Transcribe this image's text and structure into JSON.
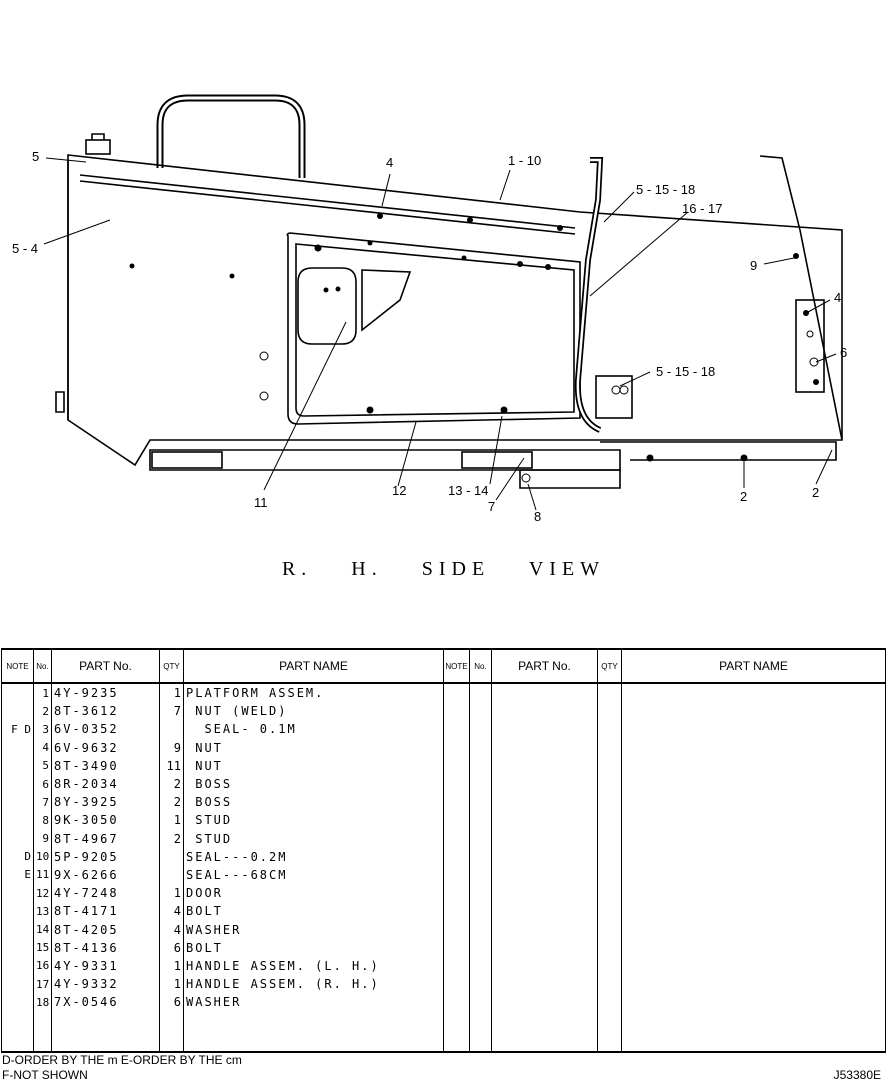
{
  "view_title": "R. H.  SIDE VIEW",
  "callouts": [
    "5",
    "5 - 4",
    "4",
    "1 - 10",
    "5 - 15 - 18",
    "16 - 17",
    "9",
    "4",
    "6",
    "5 - 15 - 18",
    "11",
    "12",
    "13 - 14",
    "7",
    "8",
    "2",
    "2"
  ],
  "table": {
    "headers": {
      "note": "NOTE",
      "no": "No.",
      "part_no": "PART No.",
      "qty": "QTY",
      "part_name": "PART NAME"
    },
    "rows": [
      {
        "note": "",
        "no": "1",
        "part_no": "4Y-9235",
        "qty": "1",
        "name": "PLATFORM ASSEM."
      },
      {
        "note": "",
        "no": "2",
        "part_no": "8T-3612",
        "qty": "7",
        "name": " NUT (WELD)"
      },
      {
        "note": "F D",
        "no": "3",
        "part_no": "6V-0352",
        "qty": "",
        "name": "  SEAL- 0.1M"
      },
      {
        "note": "",
        "no": "4",
        "part_no": "6V-9632",
        "qty": "9",
        "name": " NUT"
      },
      {
        "note": "",
        "no": "5",
        "part_no": "8T-3490",
        "qty": "11",
        "name": " NUT"
      },
      {
        "note": "",
        "no": "6",
        "part_no": "8R-2034",
        "qty": "2",
        "name": " BOSS"
      },
      {
        "note": "",
        "no": "7",
        "part_no": "8Y-3925",
        "qty": "2",
        "name": " BOSS"
      },
      {
        "note": "",
        "no": "8",
        "part_no": "9K-3050",
        "qty": "1",
        "name": " STUD"
      },
      {
        "note": "",
        "no": "9",
        "part_no": "8T-4967",
        "qty": "2",
        "name": " STUD"
      },
      {
        "note": "D",
        "no": "10",
        "part_no": "5P-9205",
        "qty": "",
        "name": "SEAL---0.2M"
      },
      {
        "note": "E",
        "no": "11",
        "part_no": "9X-6266",
        "qty": "",
        "name": "SEAL---68CM"
      },
      {
        "note": "",
        "no": "12",
        "part_no": "4Y-7248",
        "qty": "1",
        "name": "DOOR"
      },
      {
        "note": "",
        "no": "13",
        "part_no": "8T-4171",
        "qty": "4",
        "name": "BOLT"
      },
      {
        "note": "",
        "no": "14",
        "part_no": "8T-4205",
        "qty": "4",
        "name": "WASHER"
      },
      {
        "note": "",
        "no": "15",
        "part_no": "8T-4136",
        "qty": "6",
        "name": "BOLT"
      },
      {
        "note": "",
        "no": "16",
        "part_no": "4Y-9331",
        "qty": "1",
        "name": "HANDLE ASSEM. (L. H.)"
      },
      {
        "note": "",
        "no": "17",
        "part_no": "4Y-9332",
        "qty": "1",
        "name": "HANDLE ASSEM. (R. H.)"
      },
      {
        "note": "",
        "no": "18",
        "part_no": "7X-0546",
        "qty": "6",
        "name": "WASHER"
      }
    ]
  },
  "footer": {
    "line1": "D-ORDER BY THE m     E-ORDER BY THE cm",
    "line2": "F-NOT SHOWN",
    "ref": "J53380E"
  }
}
